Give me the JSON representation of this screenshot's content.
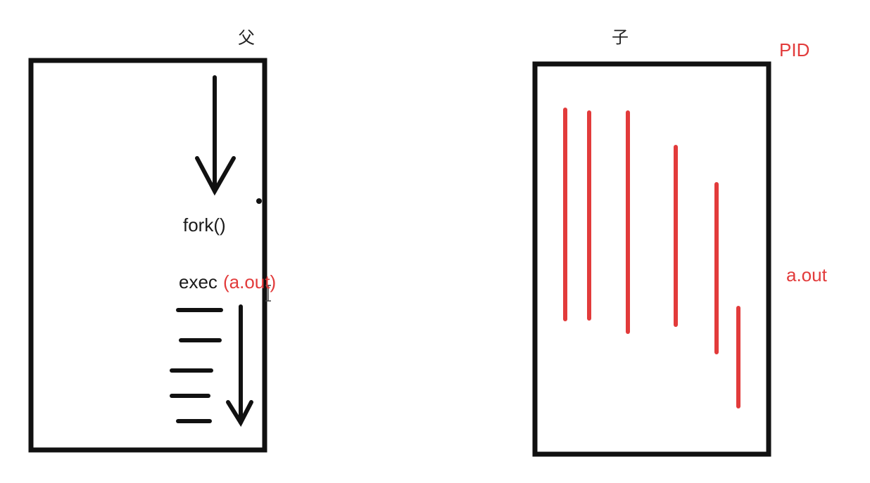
{
  "parent": {
    "title": "父",
    "fork_label": "fork()",
    "exec_label": "exec",
    "exec_arg": "(a.out)"
  },
  "child": {
    "title": "子",
    "pid_label": "PID",
    "aout_label": "a.out"
  },
  "colors": {
    "ink": "#111111",
    "red": "#e23b3b",
    "background": "#ffffff"
  },
  "icons": [
    "down-arrow-icon",
    "text-cursor-icon"
  ]
}
